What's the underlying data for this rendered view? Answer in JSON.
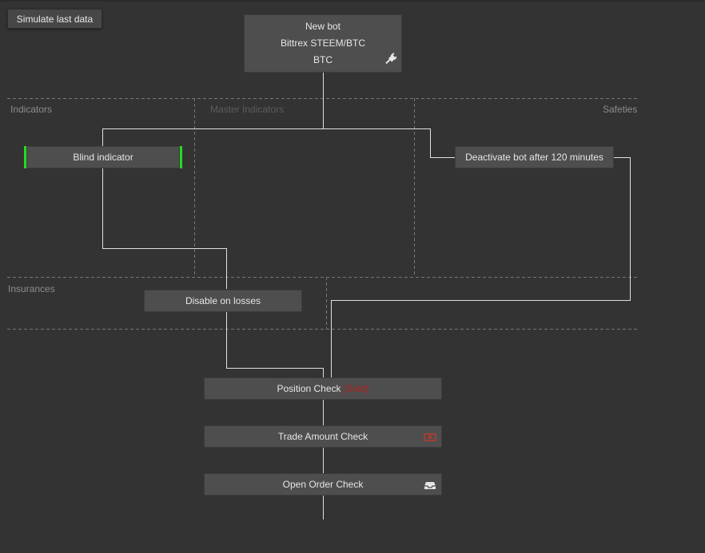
{
  "toolbar": {
    "simulate_label": "Simulate last data"
  },
  "bot": {
    "name": "New bot",
    "market": "Bittrex STEEM/BTC",
    "currency": "BTC",
    "icon": "plug-icon"
  },
  "zones": {
    "indicators": "Indicators",
    "master_indicators": "Master Indicators",
    "safeties": "Safeties",
    "insurances": "Insurances"
  },
  "nodes": {
    "blind_indicator": "Blind indicator",
    "deactivate": "Deactivate bot after 120 minutes",
    "disable_losses": "Disable on losses",
    "position_check": "Position Check",
    "position_status": "(Sold)",
    "trade_amount_check": "Trade Amount Check",
    "open_order_check": "Open Order Check"
  },
  "icons": {
    "trade_amount": "money-icon",
    "open_order": "inbox-icon"
  },
  "colors": {
    "background": "#333333",
    "node": "#4e4e4e",
    "wire": "#e0e0e0",
    "divider": "#777777",
    "active_indicator": "#22dd22",
    "sold": "#b51e1e"
  }
}
